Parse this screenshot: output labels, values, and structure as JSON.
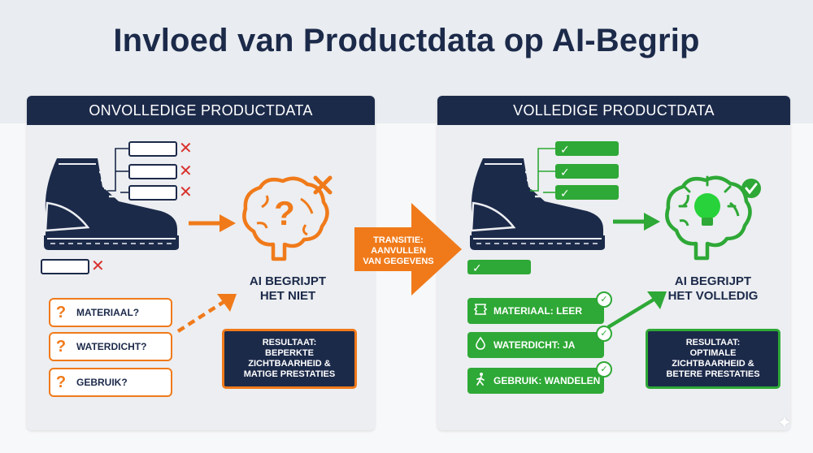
{
  "title": "Invloed van Productdata op AI-Begrip",
  "left_panel": {
    "header": "ONVOLLEDIGE PRODUCTDATA",
    "ai_label_line1": "AI BEGRIJPT",
    "ai_label_line2": "HET NIET",
    "questions": [
      {
        "icon": "?",
        "label": "MATERIAAL?"
      },
      {
        "icon": "?",
        "label": "WATERDICHT?"
      },
      {
        "icon": "?",
        "label": "GEBRUIK?"
      }
    ],
    "result_lines": [
      "RESULTAAT:",
      "BEPERKTE",
      "ZICHTBAARHEID &",
      "MATIGE PRESTATIES"
    ]
  },
  "transition": {
    "lines": [
      "TRANSITIE:",
      "AANVULLEN",
      "VAN GEGEVENS"
    ]
  },
  "right_panel": {
    "header": "VOLLEDIGE PRODUCTDATA",
    "ai_label_line1": "AI BEGRIJPT",
    "ai_label_line2": "HET VOLLEDIG",
    "attributes": [
      {
        "icon": "leather-icon",
        "label": "MATERIAAL: LEER"
      },
      {
        "icon": "water-drop-icon",
        "label": "WATERDICHT: JA"
      },
      {
        "icon": "hiker-icon",
        "label": "GEBRUIK: WANDELEN"
      }
    ],
    "result_lines": [
      "RESULTAAT:",
      "OPTIMALE",
      "ZICHTBAARHEID &",
      "BETERE PRESTATIES"
    ]
  },
  "colors": {
    "navy": "#1c2a4a",
    "orange": "#f07a1a",
    "green": "#2ea836",
    "red": "#d9302c"
  }
}
